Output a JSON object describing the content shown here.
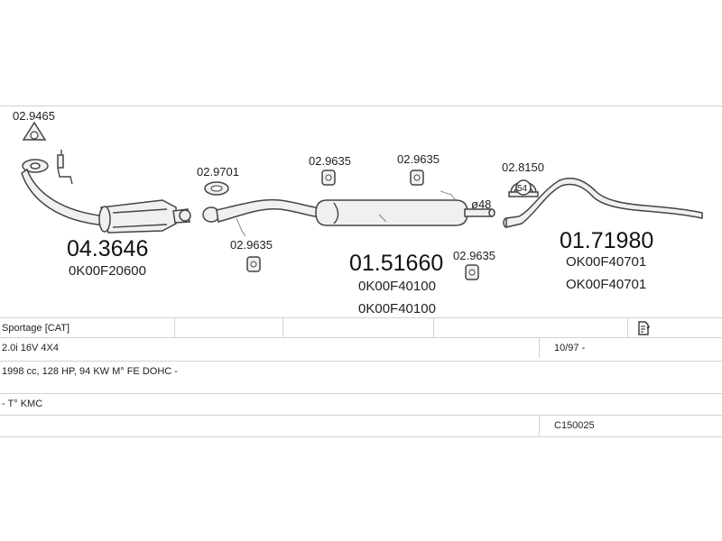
{
  "parts": {
    "gasket_a_code": "02.9465",
    "catalyst_code": "04.3646",
    "catalyst_oe": "0K00F20600",
    "gasket_b_code": "02.9701",
    "hanger_a_code": "02.9635",
    "hanger_b_code": "02.9635",
    "hanger_c_code": "02.9635",
    "hanger_d_code": "02.9635",
    "middle_code": "01.51660",
    "middle_oe_1": "0K00F40100",
    "middle_oe_2": "0K00F40100",
    "pipe_diameter": "ø48",
    "clamp_code": "02.8150",
    "clamp_size": "54",
    "rear_code": "01.71980",
    "rear_oe_1": "OK00F40701",
    "rear_oe_2": "OK00F40701"
  },
  "vehicle": {
    "model": "Sportage  [CAT]",
    "engine": "2.0i  16V  4X4",
    "date_range": "10/97  -",
    "spec": "1998 cc, 128 HP, 94 KW  M° FE  DOHC  -",
    "type": "-  T° KMC",
    "catalog_code": "C150025"
  },
  "icons": {
    "document": "document-edit-icon"
  }
}
